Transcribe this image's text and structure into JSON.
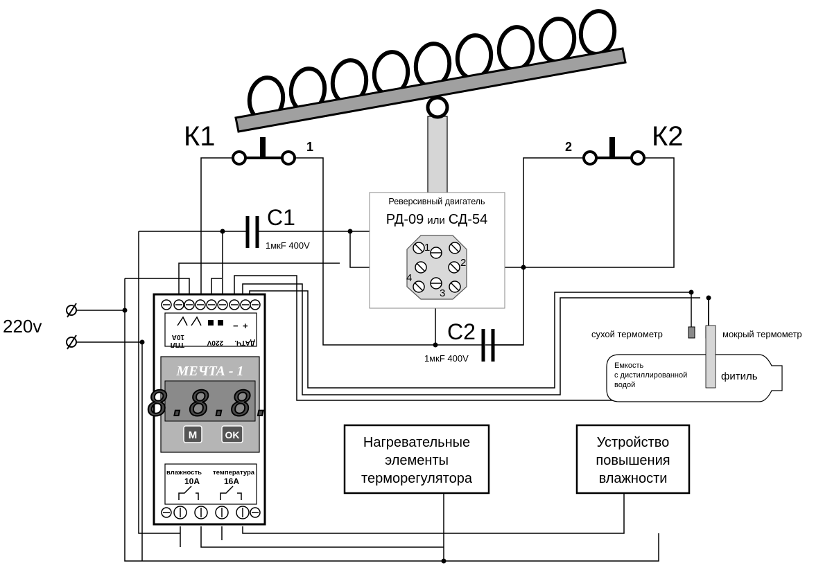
{
  "labels": {
    "k1": "К1",
    "k2": "К2",
    "k1_pin": "1",
    "k2_pin": "2",
    "c1": "C1",
    "c2": "C2",
    "c1_value": "1мкF 400V",
    "c2_value": "1мкF 400V",
    "voltage": "220v"
  },
  "motor": {
    "title": "Реверсивный двигатель",
    "model_a": "РД-09",
    "model_or": "или",
    "model_b": "СД-54",
    "pin1": "1",
    "pin2": "2",
    "pin3": "3",
    "pin4": "4"
  },
  "controller": {
    "name": "МЕЧТА - 1",
    "display": "8.8.8.",
    "btn_m": "M",
    "btn_ok": "OK",
    "term_tpl": "ТПЛ",
    "term_10a": "10А",
    "term_220v": "220V",
    "term_dat": "ДАТЧ.",
    "term_minus": "−",
    "term_plus": "+",
    "humidity": "влажность",
    "temperature": "температура",
    "relay_h": "10A",
    "relay_t": "16A"
  },
  "heater_box": [
    "Нагревательные",
    "элементы",
    "терморегулятора"
  ],
  "humid_box": [
    "Устройство",
    "повышения",
    "влажности"
  ],
  "thermo": {
    "dry": "сухой термометр",
    "wet": "мокрый термометр",
    "container_1": "Емкость",
    "container_2": "с дистиллированной",
    "container_3": "водой",
    "wick": "фитиль"
  }
}
